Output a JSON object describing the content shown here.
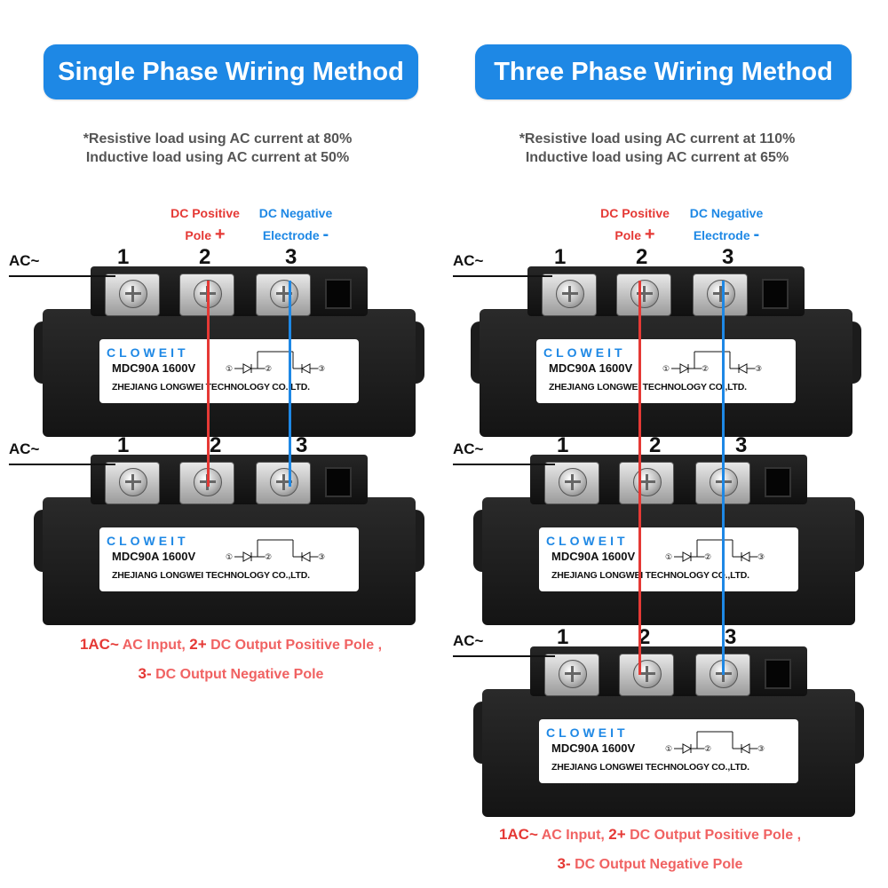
{
  "left": {
    "title": "Single Phase Wiring Method",
    "note_line1": "*Resistive load using AC current at 80%",
    "note_line2": "Inductive load using AC current at 50%",
    "legend_line1_a": "1AC~",
    "legend_line1_b": " AC Input, ",
    "legend_line1_c": "2+",
    "legend_line1_d": " DC Output Positive Pole ,",
    "legend_line2_a": "3-",
    "legend_line2_b": "  DC Output Negative Pole"
  },
  "right": {
    "title": "Three Phase Wiring Method",
    "note_line1": "*Resistive load using AC current at 110%",
    "note_line2": "Inductive load using AC current at 65%",
    "legend_line1_a": "1AC~",
    "legend_line1_b": " AC Input, ",
    "legend_line1_c": "2+",
    "legend_line1_d": " DC Output Positive Pole ,",
    "legend_line2_a": "3-",
    "legend_line2_b": "  DC Output Negative Pole"
  },
  "labels": {
    "dc_positive_1": "DC Positive",
    "dc_positive_2": "Pole",
    "plus": "+",
    "dc_negative_1": "DC Negative",
    "dc_negative_2": "Electrode",
    "minus": "-",
    "ac": "AC~",
    "t1": "1",
    "t2": "2",
    "t3": "3"
  },
  "module": {
    "brand": "CLOWEIT",
    "model": "MDC90A 1600V",
    "company": "ZHEJIANG LONGWEI TECHNOLOGY CO.,LTD.",
    "pin1": "①",
    "pin2": "②",
    "pin3": "③"
  },
  "colors": {
    "accent_blue": "#1e88e5",
    "red": "#e53935"
  }
}
